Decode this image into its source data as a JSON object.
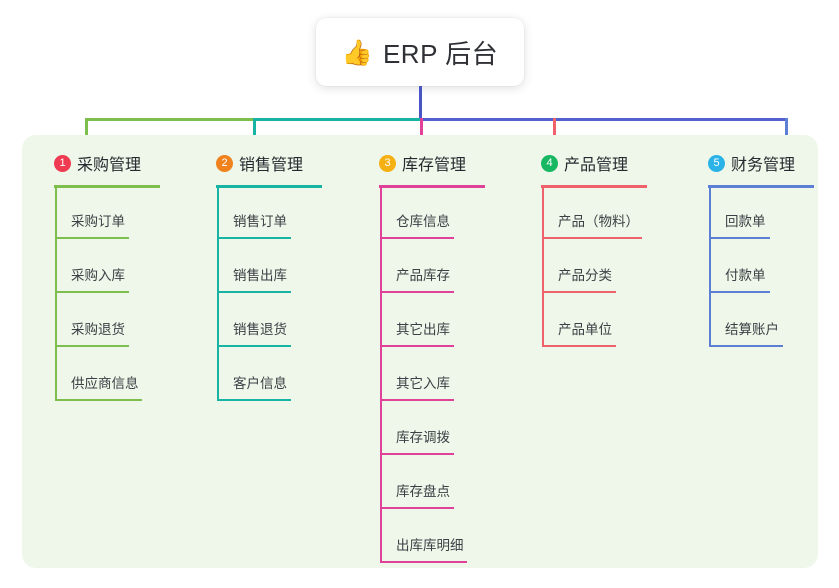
{
  "title": {
    "emoji": "👍",
    "emoji_name": "thumbs-up-icon",
    "text": "ERP 后台"
  },
  "colors": {
    "panel_bg": "#eef7e9",
    "page_bg": "#ffffff",
    "root_stem": "#4a55c4",
    "bar_green": "#7ebe4d",
    "bar_teal": "#17b3a3",
    "bar_indigo": "#5560cf",
    "text": "#3c3f45"
  },
  "branches": [
    {
      "number": "1",
      "title": "采购管理",
      "badge_color": "#ef3b52",
      "line_color": "#7ebe4d",
      "stem_color": "#7ebe4d",
      "items": [
        "采购订单",
        "采购入库",
        "采购退货",
        "供应商信息"
      ]
    },
    {
      "number": "2",
      "title": "销售管理",
      "badge_color": "#f0821e",
      "line_color": "#17b3a3",
      "stem_color": "#17b3a3",
      "items": [
        "销售订单",
        "销售出库",
        "销售退货",
        "客户信息"
      ]
    },
    {
      "number": "3",
      "title": "库存管理",
      "badge_color": "#f5b014",
      "line_color": "#e0429a",
      "stem_color": "#e0429a",
      "items": [
        "仓库信息",
        "产品库存",
        "其它出库",
        "其它入库",
        "库存调拨",
        "库存盘点",
        "出库库明细"
      ]
    },
    {
      "number": "4",
      "title": "产品管理",
      "badge_color": "#18b863",
      "line_color": "#f0626b",
      "stem_color": "#f0626b",
      "items": [
        "产品（物料）",
        "产品分类",
        "产品单位"
      ]
    },
    {
      "number": "5",
      "title": "财务管理",
      "badge_color": "#2bb3e8",
      "line_color": "#5b7fd4",
      "stem_color": "#5b7fd4",
      "items": [
        "回款单",
        "付款单",
        "结算账户"
      ]
    }
  ]
}
